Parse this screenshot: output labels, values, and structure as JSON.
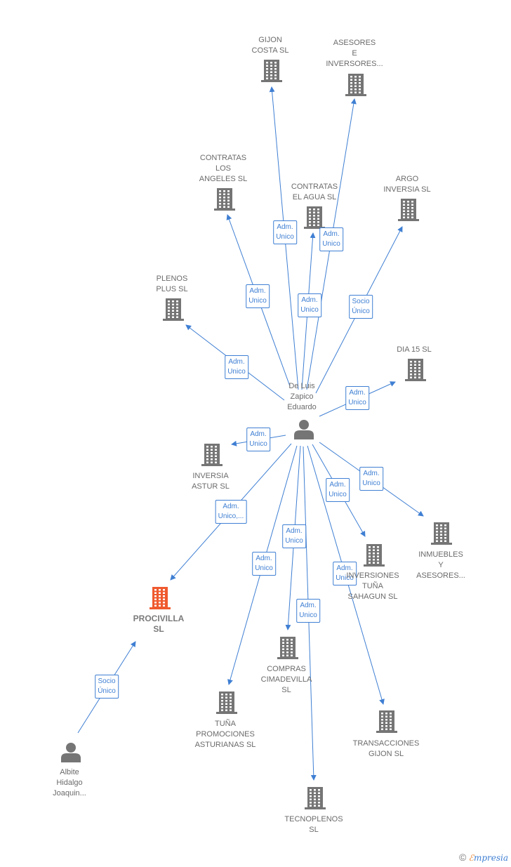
{
  "colors": {
    "edge": "#3f7fd3",
    "building": "#757575",
    "building_highlight": "#ef5a2f",
    "person": "#757575"
  },
  "nodes": [
    {
      "id": "center",
      "type": "person",
      "label": "De Luis\nZapico\nEduardo",
      "interactable": true
    },
    {
      "id": "gijon-costa",
      "type": "company",
      "label": "GIJON\nCOSTA  SL"
    },
    {
      "id": "asesores-inversores",
      "type": "company",
      "label": "ASESORES\nE\nINVERSORES..."
    },
    {
      "id": "contratas-los-angeles",
      "type": "company",
      "label": "CONTRATAS\nLOS\nANGELES  SL"
    },
    {
      "id": "contratas-el-agua",
      "type": "company",
      "label": "CONTRATAS\nEL AGUA SL"
    },
    {
      "id": "argo-inversia",
      "type": "company",
      "label": "ARGO\nINVERSIA SL"
    },
    {
      "id": "plenos-plus",
      "type": "company",
      "label": "PLENOS\nPLUS  SL"
    },
    {
      "id": "dia-15",
      "type": "company",
      "label": "DIA 15  SL"
    },
    {
      "id": "inversia-astur",
      "type": "company",
      "label": "INVERSIA\nASTUR  SL"
    },
    {
      "id": "inmuebles-asesores",
      "type": "company",
      "label": "INMUEBLES\nY\nASESORES..."
    },
    {
      "id": "inversiones-tuna-sahagun",
      "type": "company",
      "label": "INVERSIONES\nTUÑA\nSAHAGUN SL"
    },
    {
      "id": "procivilla",
      "type": "company",
      "highlight": true,
      "label": "PROCIVILLA\nSL"
    },
    {
      "id": "compras-cimadevilla",
      "type": "company",
      "label": "COMPRAS\nCIMADEVILLA\nSL"
    },
    {
      "id": "tuna-promociones",
      "type": "company",
      "label": "TUÑA\nPROMOCIONES\nASTURIANAS SL"
    },
    {
      "id": "transacciones-gijon",
      "type": "company",
      "label": "TRANSACCIONES\nGIJON SL"
    },
    {
      "id": "tecnoplenos",
      "type": "company",
      "label": "TECNOPLENOS\nSL"
    },
    {
      "id": "albite",
      "type": "person",
      "label": "Albite\nHidalgo\nJoaquin..."
    }
  ],
  "edges": [
    {
      "from": "center",
      "to": "gijon-costa",
      "label": "Adm.\nUnico"
    },
    {
      "from": "center",
      "to": "asesores-inversores",
      "label": "Adm.\nUnico"
    },
    {
      "from": "center",
      "to": "contratas-los-angeles",
      "label": "Adm.\nUnico"
    },
    {
      "from": "center",
      "to": "contratas-el-agua",
      "label": "Adm.\nUnico"
    },
    {
      "from": "center",
      "to": "argo-inversia",
      "label": "Socio\nÚnico"
    },
    {
      "from": "center",
      "to": "plenos-plus",
      "label": "Adm.\nUnico"
    },
    {
      "from": "center",
      "to": "dia-15",
      "label": "Adm.\nUnico"
    },
    {
      "from": "center",
      "to": "inversia-astur",
      "label": "Adm.\nUnico"
    },
    {
      "from": "center",
      "to": "inmuebles-asesores",
      "label": "Adm.\nUnico"
    },
    {
      "from": "center",
      "to": "inversiones-tuna-sahagun",
      "label": "Adm.\nUnico"
    },
    {
      "from": "center",
      "to": "procivilla",
      "label": "Adm.\nUnico,..."
    },
    {
      "from": "center",
      "to": "compras-cimadevilla",
      "label": "Adm.\nUnico"
    },
    {
      "from": "center",
      "to": "tuna-promociones",
      "label": "Adm.\nUnico"
    },
    {
      "from": "center",
      "to": "transacciones-gijon",
      "label": "Adm.\nUnico"
    },
    {
      "from": "center",
      "to": "tecnoplenos",
      "label": "Adm.\nUnico"
    },
    {
      "from": "albite",
      "to": "procivilla",
      "label": "Socio\nÚnico"
    }
  ],
  "footer": {
    "copyright": "©",
    "brand_e": "ℰ",
    "brand_rest": "mpresia"
  }
}
